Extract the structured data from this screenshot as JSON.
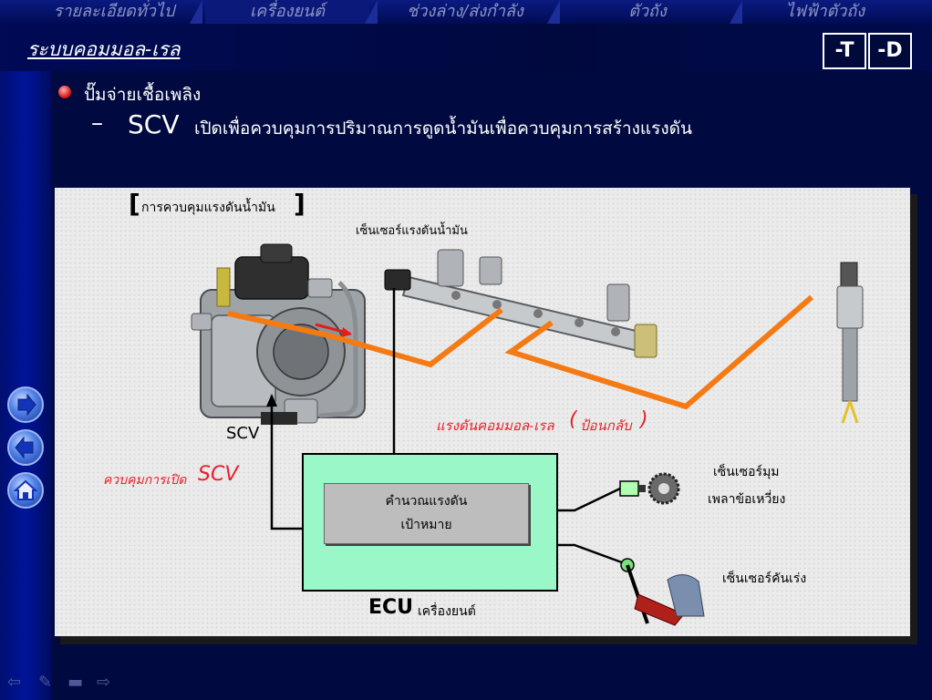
{
  "nav": {
    "tabs": [
      "รายละเอียดทั่วไป",
      "เครื่องยนต์",
      "ช่วงล่าง/ส่งกำลัง",
      "ตัวถัง",
      "ไฟฟ้าตัวถัง"
    ]
  },
  "header": {
    "title": "ระบบคอมมอล-เรล",
    "btn_t": "-T",
    "btn_d": "-D"
  },
  "content": {
    "bullet": "ปั๊มจ่ายเชื้อเพลิง",
    "dash": "–",
    "scv_label": "SCV",
    "scv_desc": "เปิดเพื่อควบคุมการปริมาณการดูดน้ำมันเพื่อควบคุมการสร้างแรงดัน"
  },
  "diagram": {
    "section_title": "การควบคุมแรงดันน้ำมัน",
    "bracket_open": "[",
    "bracket_close": "]",
    "pressure_sensor": "เซ็นเซอร์แรงดันน้ำมัน",
    "scv_component": "SCV",
    "rail_pressure_feedback": "แรงดันคอมมอล-เรล",
    "feedback_paren_open": "(",
    "feedback_word": "ป้อนกลับ",
    "feedback_paren_close": ")",
    "control_label": "ควบคุมการเปิด",
    "control_scv": "SCV",
    "calc_line1": "คำนวณแรงดัน",
    "calc_line2": "เป้าหมาย",
    "ecu_bold": "ECU",
    "ecu_suffix": "เครื่องยนต์",
    "crank_sensor_line1": "เซ็นเซอร์มุม",
    "crank_sensor_line2": "เพลาข้อเหวี่ยง",
    "accel_sensor": "เซ็นเซอร์คันเร่ง"
  },
  "colors": {
    "fuel_line": "#f47a14",
    "ecu_fill": "#99f7c8",
    "feedback_text": "#e8202a",
    "background": "#000b3a"
  },
  "icons": {
    "next": "next-arrow-icon",
    "back": "back-arrow-icon",
    "home": "home-icon"
  }
}
